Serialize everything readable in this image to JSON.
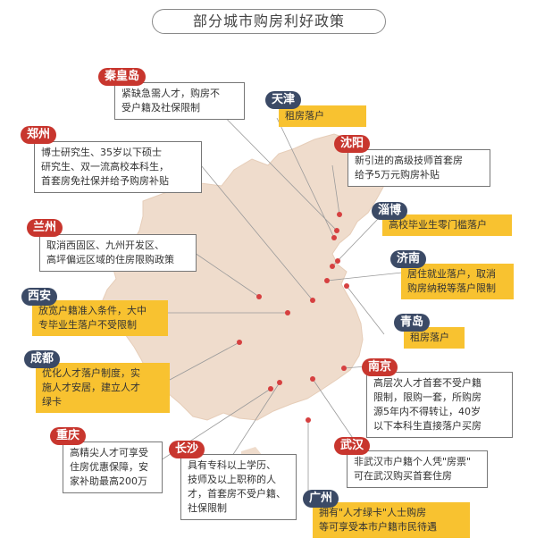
{
  "title": "部分城市购房利好政策",
  "colors": {
    "tag_red": "#c8362e",
    "tag_blue": "#3b4a66",
    "box_yellow": "#f8c230",
    "map": "#efdccc",
    "dot": "#d64040"
  },
  "cities": {
    "qinhuangdao": {
      "name": "秦皇岛",
      "lines": [
        "紧缺急需人才，购房不",
        "受户籍及社保限制"
      ]
    },
    "tianjin": {
      "name": "天津",
      "lines": [
        "租房落户"
      ]
    },
    "zhengzhou": {
      "name": "郑州",
      "lines": [
        "博士研究生、35岁以下硕士",
        "研究生、双一流高校本科生，",
        "首套房免社保并给予购房补贴"
      ]
    },
    "shenyang": {
      "name": "沈阳",
      "lines": [
        "新引进的高级技师首套房",
        "给予5万元购房补贴"
      ]
    },
    "zibo": {
      "name": "淄博",
      "lines": [
        "高校毕业生零门槛落户"
      ]
    },
    "lanzhou": {
      "name": "兰州",
      "lines": [
        "取消西固区、九州开发区、",
        "高坪偏远区域的住房限购政策"
      ]
    },
    "jinan": {
      "name": "济南",
      "lines": [
        "居住就业落户，取消",
        "购房纳税等落户限制"
      ]
    },
    "xian": {
      "name": "西安",
      "lines": [
        "放宽户籍准入条件，大中",
        "专毕业生落户不受限制"
      ]
    },
    "qingdao": {
      "name": "青岛",
      "lines": [
        "租房落户"
      ]
    },
    "chengdu": {
      "name": "成都",
      "lines": [
        "优化人才落户制度，实",
        "施人才安居，建立人才",
        "绿卡"
      ]
    },
    "nanjing": {
      "name": "南京",
      "lines": [
        "高层次人才首套不受户籍",
        "限制，限购一套，所购房",
        "源5年内不得转让，40岁",
        "以下本科生直接落户买房"
      ]
    },
    "chongqing": {
      "name": "重庆",
      "lines": [
        "高精尖人才可享受",
        "住房优惠保障，安",
        "家补助最高200万"
      ]
    },
    "changsha": {
      "name": "长沙",
      "lines": [
        "具有专科以上学历、",
        "技师及以上职称的人",
        "才，首套房不受户籍、",
        "社保限制"
      ]
    },
    "wuhan": {
      "name": "武汉",
      "lines": [
        "非武汉市户籍个人凭\"房票\"",
        "可在武汉购买首套住房"
      ]
    },
    "guangzhou": {
      "name": "广州",
      "lines": [
        "拥有\"人才绿卡\"人士购房",
        "等可享受本市户籍市民待遇"
      ]
    }
  }
}
